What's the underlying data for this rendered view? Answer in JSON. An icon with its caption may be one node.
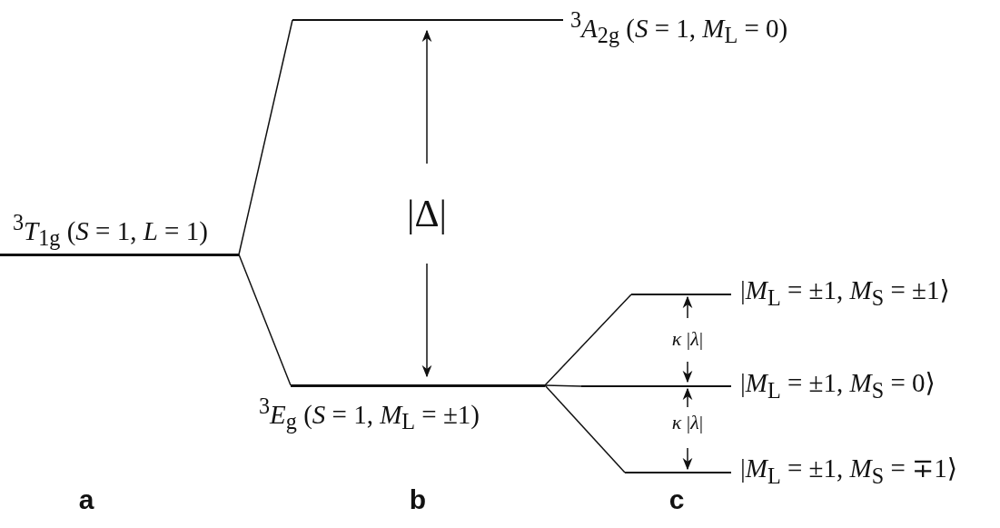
{
  "diagram": {
    "nodes": [
      {
        "text": [
          "$^{3}$*T*$_{1g}$ (*S* = 1, *L* = 1)"
        ]
      },
      {
        "text": [
          "$^{3}$*A*$_{2g}$ (*S* = 1, *M*$_{L}$ = 0)"
        ]
      },
      {
        "text": [
          "$^{3}$*E*$_{g}$ (*S* = 1, *M*$_{L}$ = ±1)"
        ]
      },
      {
        "text": [
          "|*M*$_{L}$ = ±1, *M*$_{S}$ = ±1⟩"
        ]
      },
      {
        "text": [
          "|*M*$_{L}$ = ±1, *M*$_{S}$ = 0⟩"
        ]
      },
      {
        "text": [
          "|*M*$_{L}$ = ±1, *M*$_{S}$ = ∓1⟩"
        ]
      }
    ],
    "edges": [
      {
        "from": 0,
        "to": 1,
        "arrow": "none"
      },
      {
        "from": 0,
        "to": 2,
        "arrow": "none"
      },
      {
        "from": 2,
        "to": 3,
        "arrow": "none"
      },
      {
        "from": 2,
        "to": 4,
        "arrow": "none"
      },
      {
        "from": 2,
        "to": 5,
        "arrow": "none"
      }
    ],
    "labels": [
      "|Δ|",
      "*κ* |*λ*|",
      "*κ* |*λ*|",
      "a",
      "b",
      "c"
    ]
  }
}
